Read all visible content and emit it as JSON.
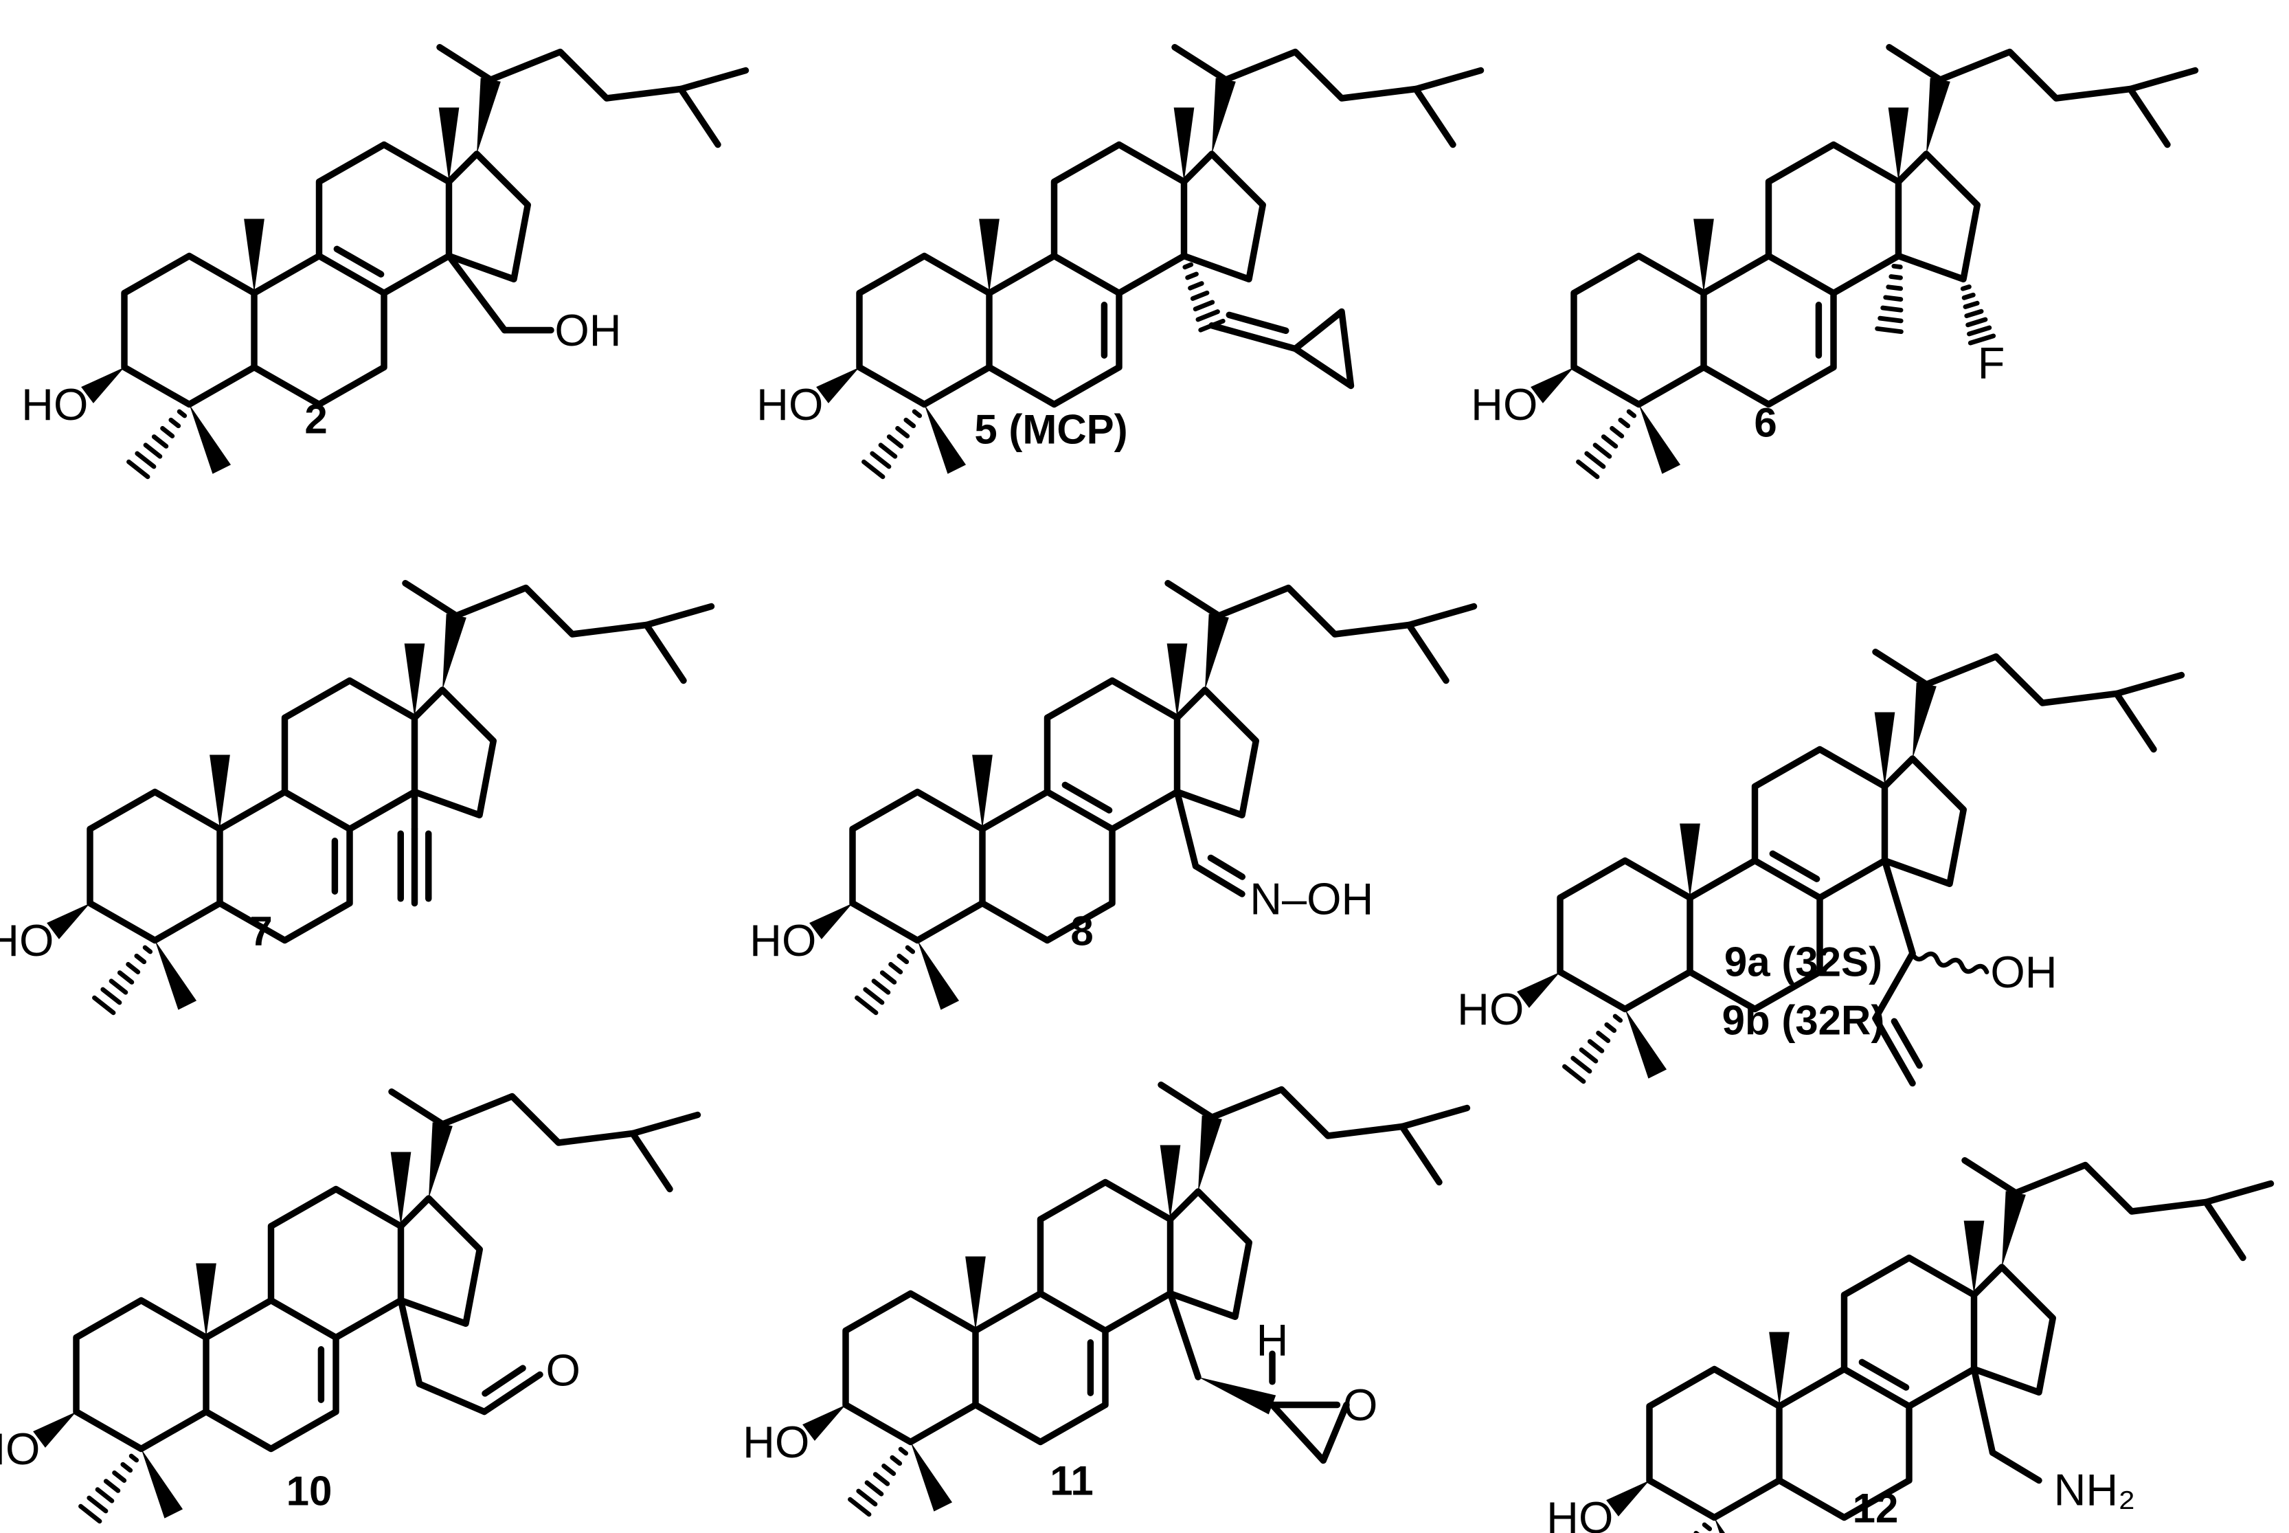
{
  "compounds": [
    {
      "id": "c2",
      "label": "2",
      "label2": "",
      "variant": "d8",
      "sub": "ch2oh"
    },
    {
      "id": "c5",
      "label": "5 (MCP)",
      "label2": "",
      "variant": "d7",
      "sub": "mcp"
    },
    {
      "id": "c6",
      "label": "6",
      "label2": "",
      "variant": "d7",
      "sub": "fluoro"
    },
    {
      "id": "c7",
      "label": "7",
      "label2": "",
      "variant": "d7",
      "sub": "ethynyl"
    },
    {
      "id": "c8",
      "label": "8",
      "label2": "",
      "variant": "d8",
      "sub": "oxime"
    },
    {
      "id": "c9",
      "label": "9a (32S)",
      "label2": "9b (32R)",
      "variant": "d8",
      "sub": "allylic-oh"
    },
    {
      "id": "c10",
      "label": "10",
      "label2": "",
      "variant": "d7",
      "sub": "aldehyde"
    },
    {
      "id": "c11",
      "label": "11",
      "label2": "",
      "variant": "d7",
      "sub": "epoxide"
    },
    {
      "id": "c12",
      "label": "12",
      "label2": "",
      "variant": "d8",
      "sub": "ch2nh2"
    }
  ],
  "atoms": {
    "ho": "HO",
    "oh": "OH",
    "f": "F",
    "o": "O",
    "h": "H",
    "n_oh": "N–OH",
    "nh2": "NH₂"
  }
}
